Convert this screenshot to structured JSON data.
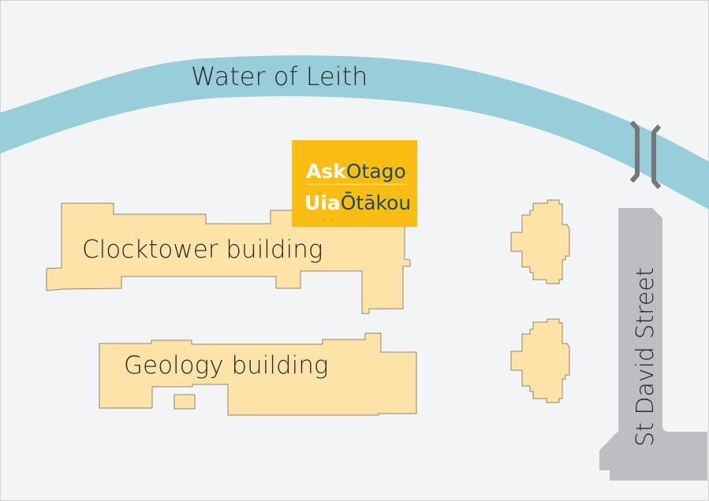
{
  "river": {
    "label": "Water of Leith"
  },
  "buildings": [
    {
      "label": "Clocktower building"
    },
    {
      "label": "Geology building"
    }
  ],
  "street": {
    "label": "St David Street"
  },
  "logo": {
    "line1_bold": "Ask",
    "line1_regular": "Otago",
    "line2_bold": "Uia",
    "line2_regular": "Ōtākou"
  },
  "colors": {
    "background": "#f3f4f6",
    "river": "#98ceda",
    "building": "#fde3a7",
    "building_outline": "#8e8670",
    "road": "#bdbec2",
    "bridge": "#75777b",
    "logo_bg": "#fbbd14"
  }
}
